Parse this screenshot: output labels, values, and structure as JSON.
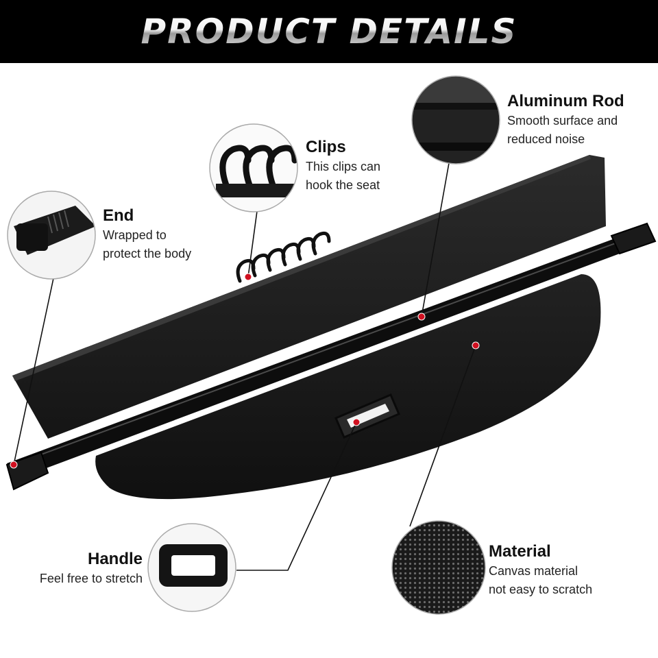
{
  "banner": {
    "title": "PRODUCT DETAILS"
  },
  "features": {
    "aluminum_rod": {
      "title": "Aluminum Rod",
      "desc": [
        "Smooth surface and",
        "reduced noise"
      ]
    },
    "clips": {
      "title": "Clips",
      "desc": [
        "This clips can",
        "hook the seat"
      ]
    },
    "end": {
      "title": "End",
      "desc": [
        "Wrapped to",
        "protect the body"
      ]
    },
    "handle": {
      "title": "Handle",
      "desc": [
        "Feel free to stretch"
      ]
    },
    "material": {
      "title": "Material",
      "desc": [
        "Canvas material",
        "not easy to scratch"
      ]
    }
  },
  "colors": {
    "banner_bg": "#000000",
    "cover": "#1c1c1c",
    "marker": "#d01020"
  }
}
